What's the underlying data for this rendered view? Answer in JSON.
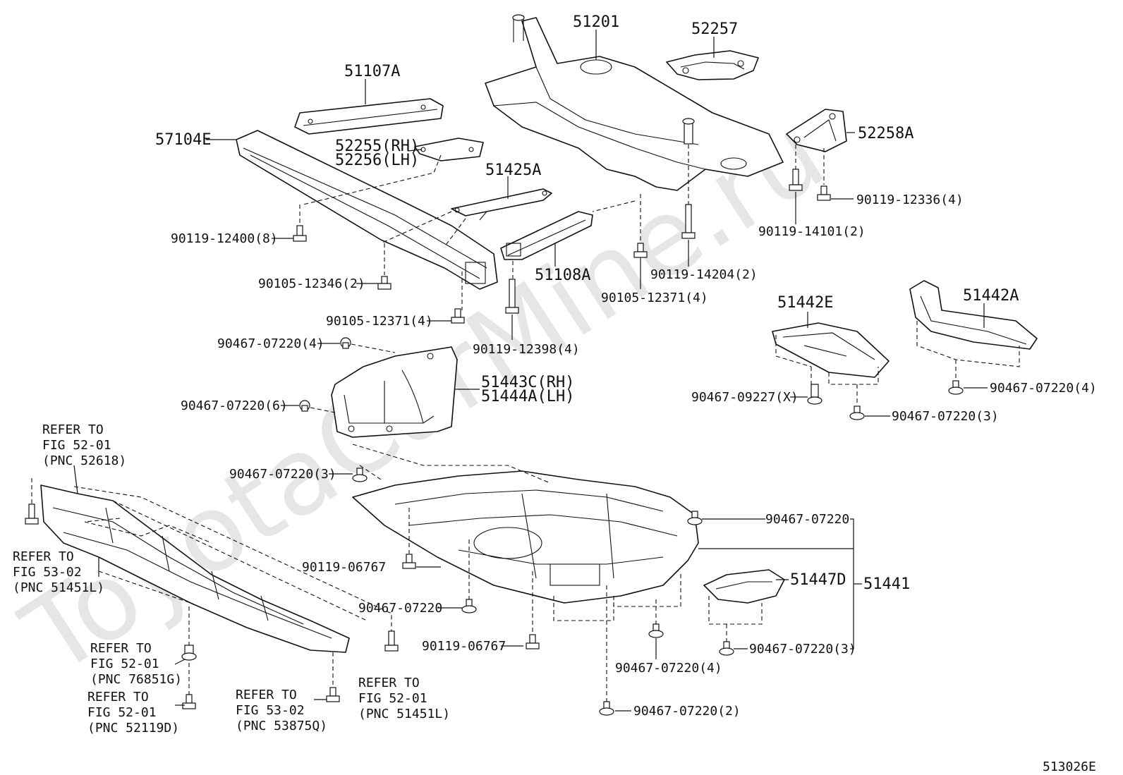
{
  "diagram_id": "513026E",
  "watermark": "ToyotaCarMine.ru",
  "parts": {
    "p51201": "51201",
    "p52257": "52257",
    "p51107A": "51107A",
    "p57104E": "57104E",
    "p52255": "52255(RH)",
    "p52256": "52256(LH)",
    "p51425A": "51425A",
    "p52258A": "52258A",
    "p90119_12336": "90119-12336(4)",
    "p90119_14101": "90119-14101(2)",
    "p90119_12400": "90119-12400(8)",
    "p51108A": "51108A",
    "p90119_14204": "90119-14204(2)",
    "p90105_12346": "90105-12346(2)",
    "p90105_12371a": "90105-12371(4)",
    "p90105_12371b": "90105-12371(4)",
    "p90119_12398": "90119-12398(4)",
    "p51442E": "51442E",
    "p51442A": "51442A",
    "p90467_07220_4a": "90467-07220(4)",
    "p51443C": "51443C(RH)",
    "p51444A": "51444A(LH)",
    "p90467_07220_6": "90467-07220(6)",
    "p90467_09227": "90467-09227(X)",
    "p90467_07220_4b": "90467-07220(4)",
    "p90467_07220_3a": "90467-07220(3)",
    "p90467_07220_3b": "90467-07220(3)",
    "p90467_07220_r": "90467-07220",
    "p90119_06767a": "90119-06767",
    "p51447D": "51447D",
    "p51441": "51441",
    "p90467_07220_m": "90467-07220",
    "p90119_06767b": "90119-06767",
    "p90467_07220_3c": "90467-07220(3)",
    "p90467_07220_4c": "90467-07220(4)",
    "p90467_07220_2": "90467-07220(2)"
  },
  "refs": {
    "r1": [
      "REFER TO",
      "FIG 52-01",
      "(PNC 52618)"
    ],
    "r2": [
      "REFER TO",
      "FIG 53-02",
      "(PNC 51451L)"
    ],
    "r3": [
      "REFER TO",
      "FIG 52-01",
      "(PNC 76851G)"
    ],
    "r4": [
      "REFER TO",
      "FIG 52-01",
      "(PNC 52119D)"
    ],
    "r5": [
      "REFER TO",
      "FIG 53-02",
      "(PNC 53875Q)"
    ],
    "r6": [
      "REFER TO",
      "FIG 52-01",
      "(PNC 51451L)"
    ]
  }
}
